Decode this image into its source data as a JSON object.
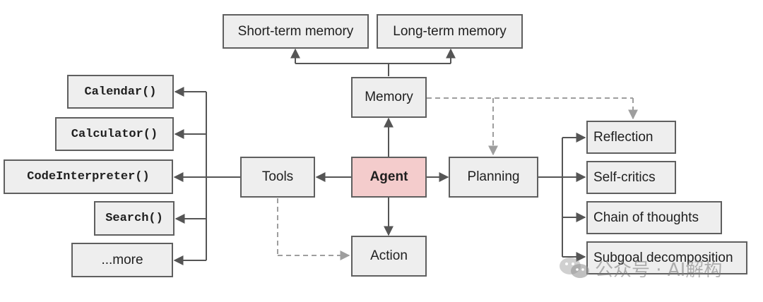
{
  "nodes": {
    "short_term_memory": "Short-term memory",
    "long_term_memory": "Long-term memory",
    "memory": "Memory",
    "agent": "Agent",
    "tools": "Tools",
    "planning": "Planning",
    "action": "Action",
    "reflection": "Reflection",
    "self_critics": "Self-critics",
    "chain_of_thoughts": "Chain of thoughts",
    "subgoal_decomposition": "Subgoal decomposition",
    "calendar": "Calendar()",
    "calculator": "Calculator()",
    "code_interpreter": "CodeInterpreter()",
    "search": "Search()",
    "more": "...more"
  },
  "watermark": "公众号 · AI解构",
  "colors": {
    "node_fill": "#eeeeee",
    "agent_fill": "#f4cccc",
    "border": "#5f5f5f",
    "dashed_arrow": "#9e9e9e"
  }
}
